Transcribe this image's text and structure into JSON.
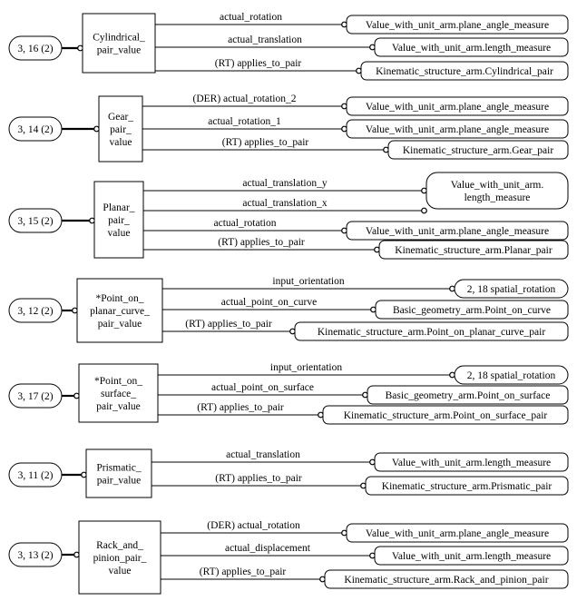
{
  "groups": [
    {
      "ref": "3, 16 (2)",
      "entity": [
        "Cylindrical_",
        "pair_value"
      ],
      "attributes": [
        {
          "label": "actual_rotation",
          "target": [
            "Value_with_unit_arm.plane_angle_measure"
          ],
          "target_kind": "rect"
        },
        {
          "label": "actual_translation",
          "target": [
            "Value_with_unit_arm.length_measure"
          ],
          "target_kind": "rect"
        },
        {
          "label": "(RT) applies_to_pair",
          "target": [
            "Kinematic_structure_arm.Cylindrical_pair"
          ],
          "target_kind": "rect"
        }
      ]
    },
    {
      "ref": "3, 14 (2)",
      "entity": [
        "Gear_",
        "pair_",
        "value"
      ],
      "attributes": [
        {
          "label": "(DER) actual_rotation_2",
          "target": [
            "Value_with_unit_arm.plane_angle_measure"
          ],
          "target_kind": "rect"
        },
        {
          "label": "actual_rotation_1",
          "target": [
            "Value_with_unit_arm.plane_angle_measure"
          ],
          "target_kind": "rect"
        },
        {
          "label": "(RT) applies_to_pair",
          "target": [
            "Kinematic_structure_arm.Gear_pair"
          ],
          "target_kind": "rect"
        }
      ]
    },
    {
      "ref": "3, 15 (2)",
      "entity": [
        "Planar_",
        "pair_",
        "value"
      ],
      "attributes": [
        {
          "label": "actual_translation_y",
          "target": [
            "Value_with_unit_arm.",
            "length_measure"
          ],
          "target_kind": "pill"
        },
        {
          "label": "actual_translation_x",
          "target": [],
          "target_kind": "shared"
        },
        {
          "label": "actual_rotation",
          "target": [
            "Value_with_unit_arm.plane_angle_measure"
          ],
          "target_kind": "rect"
        },
        {
          "label": "(RT) applies_to_pair",
          "target": [
            "Kinematic_structure_arm.Planar_pair"
          ],
          "target_kind": "rect"
        }
      ]
    },
    {
      "ref": "3, 12 (2)",
      "entity": [
        "*Point_on_",
        "planar_curve_",
        "pair_value"
      ],
      "attributes": [
        {
          "label": "input_orientation",
          "target": [
            "2, 18 spatial_rotation"
          ],
          "target_kind": "pill"
        },
        {
          "label": "actual_point_on_curve",
          "target": [
            "Basic_geometry_arm.Point_on_curve"
          ],
          "target_kind": "rect"
        },
        {
          "label": "(RT) applies_to_pair",
          "target": [
            "Kinematic_structure_arm.Point_on_planar_curve_pair"
          ],
          "target_kind": "rect"
        }
      ]
    },
    {
      "ref": "3, 17 (2)",
      "entity": [
        "*Point_on_",
        "surface_",
        "pair_value"
      ],
      "attributes": [
        {
          "label": "input_orientation",
          "target": [
            "2, 18 spatial_rotation"
          ],
          "target_kind": "pill"
        },
        {
          "label": "actual_point_on_surface",
          "target": [
            "Basic_geometry_arm.Point_on_surface"
          ],
          "target_kind": "rect"
        },
        {
          "label": "(RT) applies_to_pair",
          "target": [
            "Kinematic_structure_arm.Point_on_surface_pair"
          ],
          "target_kind": "rect"
        }
      ]
    },
    {
      "ref": "3, 11 (2)",
      "entity": [
        "Prismatic_",
        "pair_value"
      ],
      "attributes": [
        {
          "label": "actual_translation",
          "target": [
            "Value_with_unit_arm.length_measure"
          ],
          "target_kind": "rect"
        },
        {
          "label": "(RT) applies_to_pair",
          "target": [
            "Kinematic_structure_arm.Prismatic_pair"
          ],
          "target_kind": "rect"
        }
      ]
    },
    {
      "ref": "3, 13 (2)",
      "entity": [
        "Rack_and_",
        "pinion_pair_",
        "value"
      ],
      "attributes": [
        {
          "label": "(DER) actual_rotation",
          "target": [
            "Value_with_unit_arm.plane_angle_measure"
          ],
          "target_kind": "rect"
        },
        {
          "label": "actual_displacement",
          "target": [
            "Value_with_unit_arm.length_measure"
          ],
          "target_kind": "rect"
        },
        {
          "label": "(RT) applies_to_pair",
          "target": [
            "Kinematic_structure_arm.Rack_and_pinion_pair"
          ],
          "target_kind": "rect"
        }
      ]
    }
  ]
}
